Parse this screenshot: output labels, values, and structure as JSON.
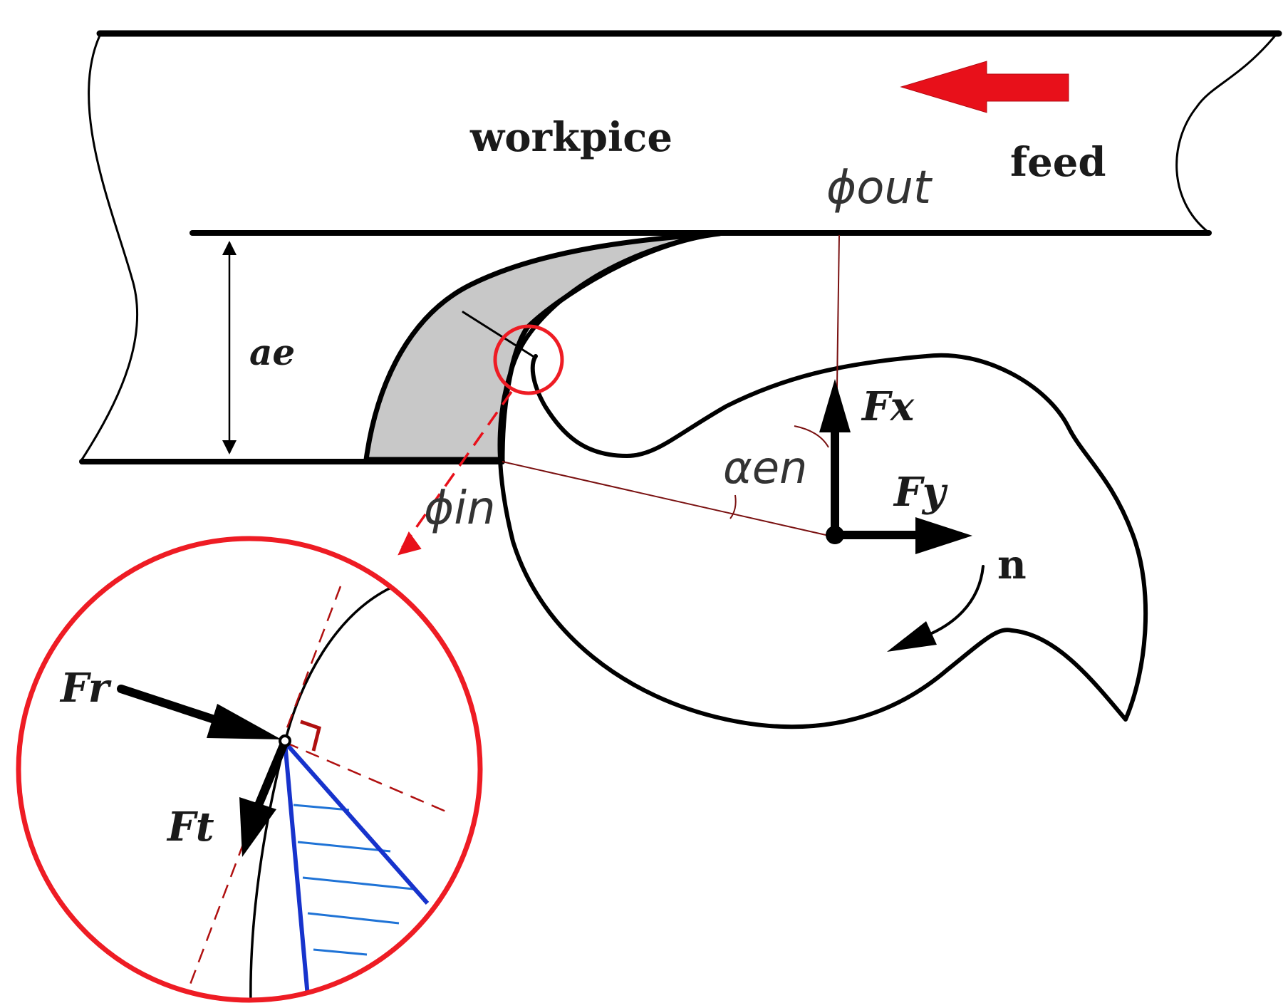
{
  "labels": {
    "workpiece": "workpice",
    "feed": "feed",
    "phi_out": "ϕout",
    "phi_in": "ϕin",
    "a_e": "ae",
    "alpha_en": "αen",
    "F_x": "Fx",
    "F_y": "Fy",
    "n": "n",
    "F_r": "Fr",
    "F_t": "Ft"
  },
  "colors": {
    "feed_arrow": "#e8101a",
    "detail_circle": "#ee1c24",
    "chip": "#c8c8c8",
    "construction_lines": "#7a1111",
    "rake_hatch": "#1f73d6",
    "rake_outline": "#1733cc"
  }
}
